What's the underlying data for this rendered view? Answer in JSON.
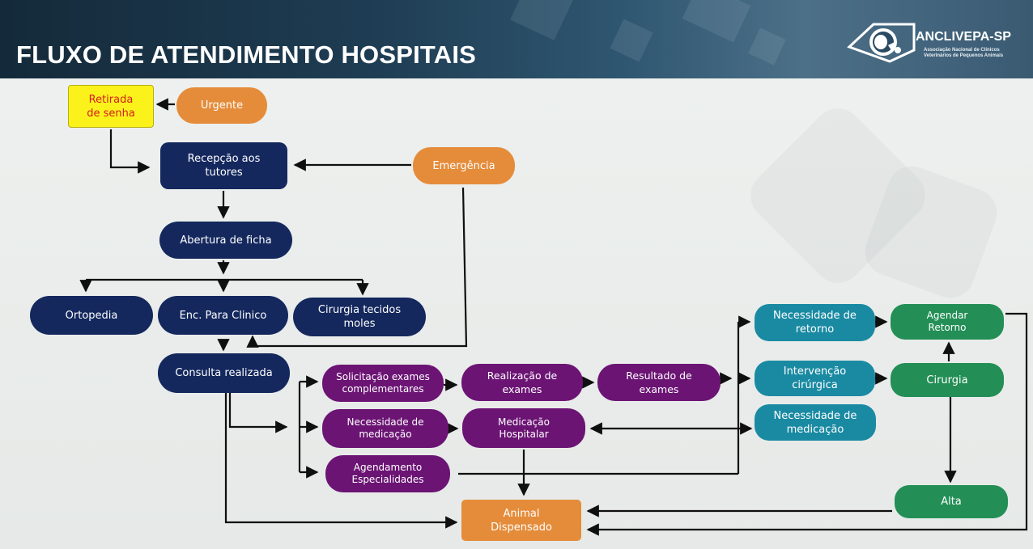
{
  "header": {
    "title": "FLUXO DE ATENDIMENTO HOSPITAIS",
    "logo_name": "ANCLIVEPA-SP",
    "logo_subtitle_line1": "Associação Nacional de Clínicos",
    "logo_subtitle_line2": "Veterinários de Pequenos Animais"
  },
  "colors": {
    "header": "#1e3c52",
    "navy": "#14285e",
    "orange": "#e58c3a",
    "yellow": "#fbf21c",
    "red_text": "#d61c1c",
    "purple": "#6b1474",
    "teal": "#1a8aa3",
    "green": "#238f56"
  },
  "nodes": {
    "retirada_senha": "Retirada\nde senha",
    "urgente": "Urgente",
    "recepcao": "Recepção aos\ntutores",
    "emergencia": "Emergência",
    "abertura_ficha": "Abertura de ficha",
    "ortopedia": "Ortopedia",
    "enc_clinico": "Enc. Para Clinico",
    "cirurgia_tecidos": "Cirurgia tecidos\nmoles",
    "consulta": "Consulta realizada",
    "solicitacao_exames": "Solicitação exames\ncomplementares",
    "realizacao_exames": "Realização de\nexames",
    "resultado_exames": "Resultado de\nexames",
    "necessidade_medicacao_1": "Necessidade de\nmedicação",
    "medicacao_hospitalar": "Medicação\nHospitalar",
    "agendamento": "Agendamento\nEspecialidades",
    "necessidade_retorno": "Necessidade de\nretorno",
    "intervencao": "Intervenção\ncirúrgica",
    "necessidade_medicacao_2": "Necessidade de\nmedicação",
    "agendar_retorno": "Agendar\nRetorno",
    "cirurgia": "Cirurgia",
    "alta": "Alta",
    "animal_dispensado": "Animal\nDispensado"
  }
}
